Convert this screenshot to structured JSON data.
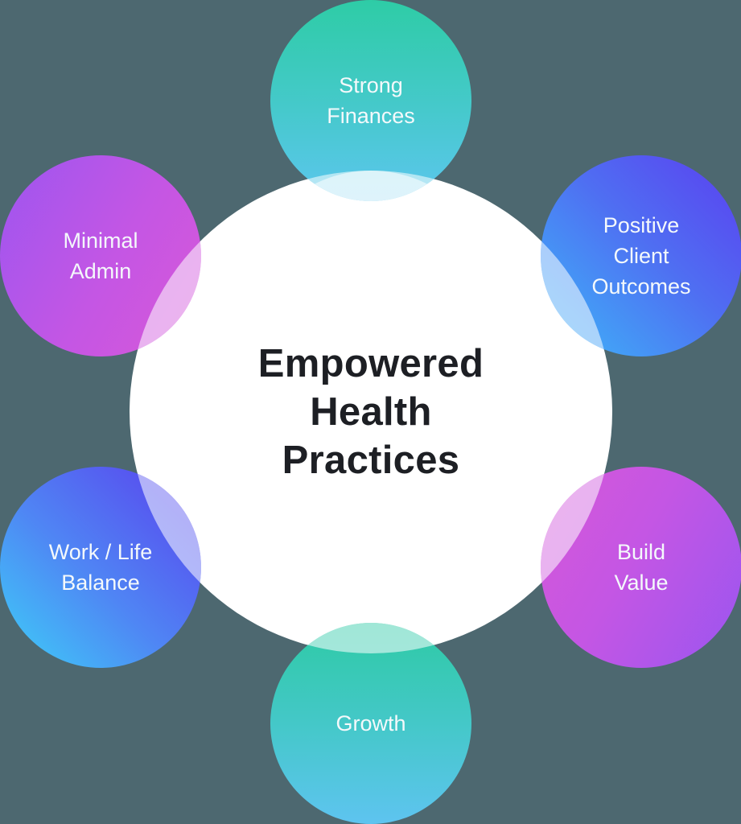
{
  "diagram": {
    "title": "Empowered Health Practices",
    "center": {
      "lines": [
        "Empowered",
        "Health",
        "Practices"
      ]
    },
    "nodes": [
      {
        "id": "top",
        "label": "Strong\nFinances",
        "position": "top",
        "colors": [
          "#2ecca6",
          "#5cc6ee"
        ]
      },
      {
        "id": "top-right",
        "label": "Positive\nClient\nOutcomes",
        "position": "top-right",
        "colors": [
          "#5b3ff0",
          "#3db8f8"
        ]
      },
      {
        "id": "top-left",
        "label": "Minimal\nAdmin",
        "position": "top-left",
        "colors": [
          "#9d55f0",
          "#d858d8"
        ]
      },
      {
        "id": "bottom-left",
        "label": "Work / Life\nBalance",
        "position": "bottom-left",
        "colors": [
          "#3dd0f8",
          "#5a3fee"
        ]
      },
      {
        "id": "bottom-right",
        "label": "Build\nValue",
        "position": "bottom-right",
        "colors": [
          "#d658d8",
          "#9a55f0"
        ]
      },
      {
        "id": "bottom",
        "label": "Growth",
        "position": "bottom",
        "colors": [
          "#2ecaa5",
          "#5ec4f0"
        ]
      }
    ],
    "colors": {
      "background": "#4d6870",
      "center_fill": "#ffffff",
      "center_text": "#1d1f24",
      "node_text": "#f4f9fb"
    }
  }
}
